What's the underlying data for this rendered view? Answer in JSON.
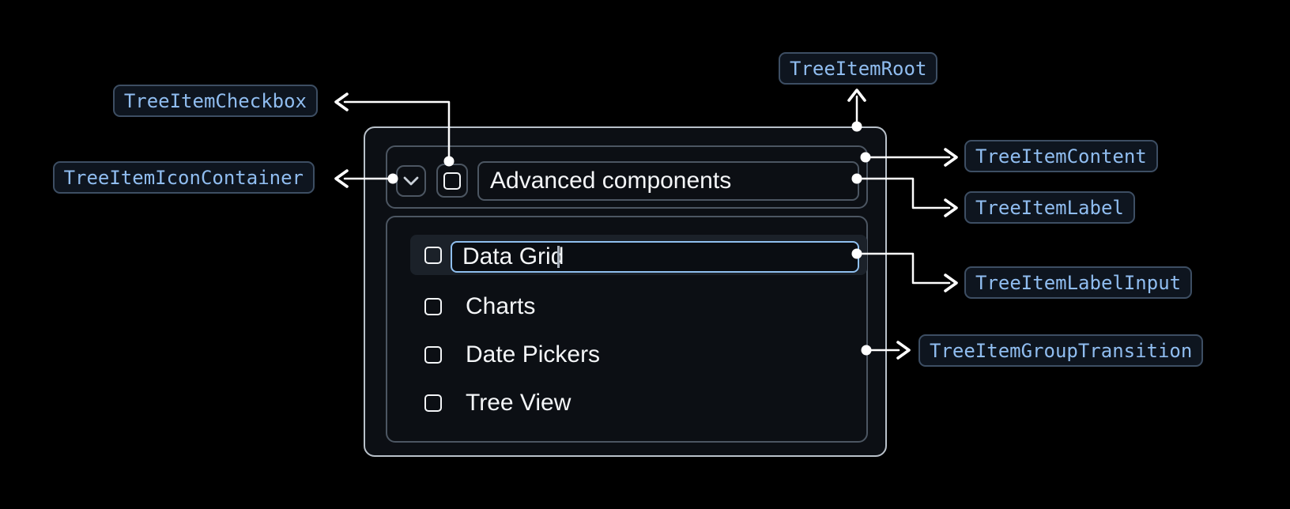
{
  "diagram": {
    "badges": {
      "root": "TreeItemRoot",
      "checkbox": "TreeItemCheckbox",
      "icon_container": "TreeItemIconContainer",
      "content": "TreeItemContent",
      "label": "TreeItemLabel",
      "label_input": "TreeItemLabelInput",
      "group_transition": "TreeItemGroupTransition"
    }
  },
  "tree": {
    "parent": {
      "label": "Advanced components",
      "expanded": true,
      "checkbox_checked": false
    },
    "items": [
      {
        "label": "Data Grid",
        "state": "editing",
        "checkbox_checked": false
      },
      {
        "label": "Charts",
        "checkbox_checked": false
      },
      {
        "label": "Date Pickers",
        "checkbox_checked": false
      },
      {
        "label": "Tree View",
        "checkbox_checked": false
      }
    ]
  },
  "colors": {
    "background": "#000000",
    "root_border": "#B9C1CA",
    "box_border": "#4C5662",
    "root_bg": "#0C0F14",
    "row_highlight_bg": "#1B2129",
    "input_border": "#8FBFEF",
    "input_bg": "#0A0D12",
    "text_primary": "#F4F6F8",
    "caret": "#A6AFBA",
    "connector": "#FFFFFF",
    "badge_text": "#90BDF0",
    "badge_bg": "#0E151F",
    "badge_border": "#3D4E63"
  }
}
